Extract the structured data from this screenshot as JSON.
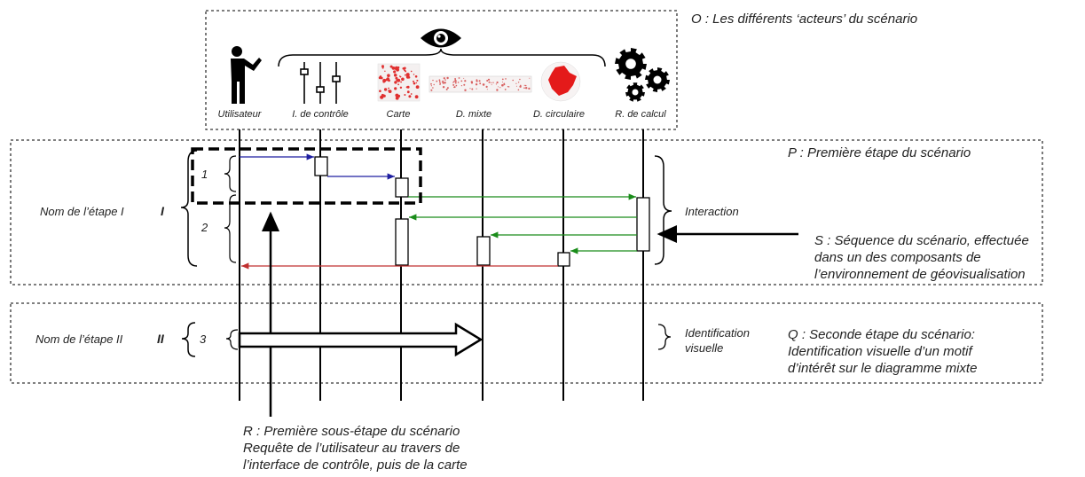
{
  "actors": [
    {
      "id": "user",
      "label": "Utilisateur",
      "icon": "person-icon"
    },
    {
      "id": "control",
      "label": "I. de contrôle",
      "icon": "sliders-icon"
    },
    {
      "id": "map",
      "label": "Carte",
      "icon": "map-thumbnail-icon"
    },
    {
      "id": "mixed",
      "label": "D. mixte",
      "icon": "mixed-diagram-thumbnail-icon"
    },
    {
      "id": "circular",
      "label": "D. circulaire",
      "icon": "circular-diagram-thumbnail-icon"
    },
    {
      "id": "compute",
      "label": "R. de calcul",
      "icon": "gears-icon"
    }
  ],
  "visualization_icon": "eye-icon",
  "notes": {
    "O": "O : Les différents ‘acteurs’ du scénario",
    "P": "P : Première étape du scénario",
    "Q": [
      "Q : Seconde étape du scénario:",
      "Identification visuelle d’un motif",
      "d’intérêt sur le diagramme mixte"
    ],
    "R": [
      "R : Première sous-étape du scénario",
      "Requête de l’utilisateur au travers de",
      "l’interface de contrôle, puis de la carte"
    ],
    "S": [
      "S : Séquence du scénario, effectuée",
      "dans un des composants de",
      "l’environnement de géovisualisation"
    ]
  },
  "steps": {
    "step1_name": "Nom de l’étape I",
    "step1_numeral": "I",
    "step2_name": "Nom de l’étape II",
    "step2_numeral": "II",
    "sub1": "1",
    "sub2": "2",
    "sub3": "3",
    "interaction": "Interaction",
    "identification": [
      "Identification",
      "visuelle"
    ]
  },
  "colors": {
    "request": "#1f1fa0",
    "compute": "#1a8c1a",
    "response": "#c03030",
    "line": "#000000",
    "dashed": "#333333",
    "map_dot": "#e03030"
  }
}
